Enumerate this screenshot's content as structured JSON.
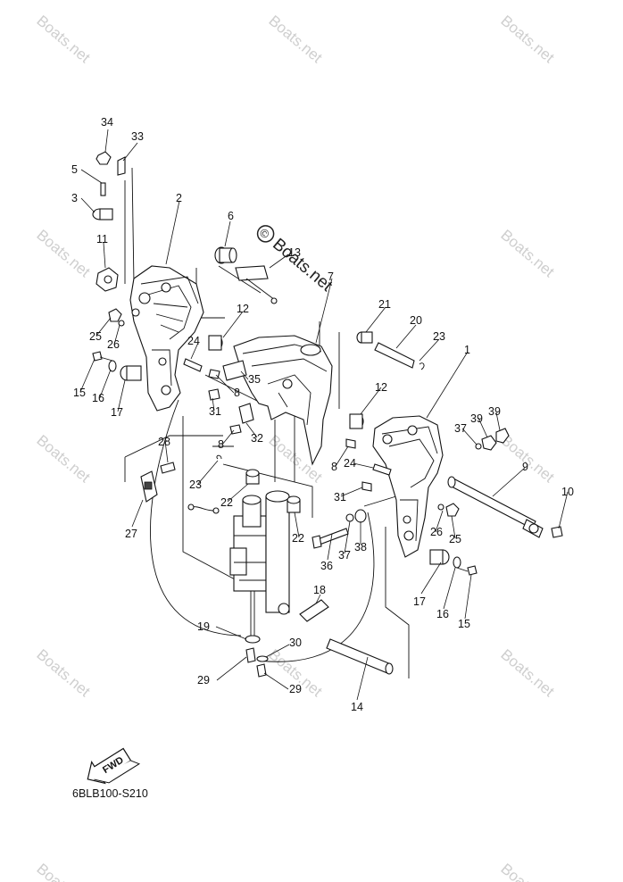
{
  "watermark": {
    "text": "Boats.net",
    "center_text": "Boats.net",
    "center_symbol": "©"
  },
  "diagram_code": "6BLB100-S210",
  "fwd_label": "FWD",
  "callouts": [
    {
      "id": "c34",
      "label": "34"
    },
    {
      "id": "c33",
      "label": "33"
    },
    {
      "id": "c5",
      "label": "5"
    },
    {
      "id": "c3",
      "label": "3"
    },
    {
      "id": "c2",
      "label": "2"
    },
    {
      "id": "c6",
      "label": "6"
    },
    {
      "id": "c13",
      "label": "13"
    },
    {
      "id": "c11",
      "label": "11"
    },
    {
      "id": "c7",
      "label": "7"
    },
    {
      "id": "c21",
      "label": "21"
    },
    {
      "id": "c20",
      "label": "20"
    },
    {
      "id": "c23a",
      "label": "23"
    },
    {
      "id": "c12a",
      "label": "12"
    },
    {
      "id": "c25a",
      "label": "25"
    },
    {
      "id": "c26a",
      "label": "26"
    },
    {
      "id": "c24a",
      "label": "24"
    },
    {
      "id": "c1",
      "label": "1"
    },
    {
      "id": "c15a",
      "label": "15"
    },
    {
      "id": "c16a",
      "label": "16"
    },
    {
      "id": "c17a",
      "label": "17"
    },
    {
      "id": "c35",
      "label": "35"
    },
    {
      "id": "c8a",
      "label": "8"
    },
    {
      "id": "c31a",
      "label": "31"
    },
    {
      "id": "c12b",
      "label": "12"
    },
    {
      "id": "c39a",
      "label": "39"
    },
    {
      "id": "c39b",
      "label": "39"
    },
    {
      "id": "c37a",
      "label": "37"
    },
    {
      "id": "c32",
      "label": "32"
    },
    {
      "id": "c28",
      "label": "28"
    },
    {
      "id": "c8b",
      "label": "8"
    },
    {
      "id": "c8c",
      "label": "8"
    },
    {
      "id": "c24b",
      "label": "24"
    },
    {
      "id": "c9",
      "label": "9"
    },
    {
      "id": "c23b",
      "label": "23"
    },
    {
      "id": "c10",
      "label": "10"
    },
    {
      "id": "c22a",
      "label": "22"
    },
    {
      "id": "c31b",
      "label": "31"
    },
    {
      "id": "c27",
      "label": "27"
    },
    {
      "id": "c26b",
      "label": "26"
    },
    {
      "id": "c25b",
      "label": "25"
    },
    {
      "id": "c22b",
      "label": "22"
    },
    {
      "id": "c36",
      "label": "36"
    },
    {
      "id": "c37b",
      "label": "37"
    },
    {
      "id": "c38",
      "label": "38"
    },
    {
      "id": "c18",
      "label": "18"
    },
    {
      "id": "c17b",
      "label": "17"
    },
    {
      "id": "c16b",
      "label": "16"
    },
    {
      "id": "c15b",
      "label": "15"
    },
    {
      "id": "c19",
      "label": "19"
    },
    {
      "id": "c30",
      "label": "30"
    },
    {
      "id": "c29a",
      "label": "29"
    },
    {
      "id": "c29b",
      "label": "29"
    },
    {
      "id": "c14",
      "label": "14"
    }
  ]
}
